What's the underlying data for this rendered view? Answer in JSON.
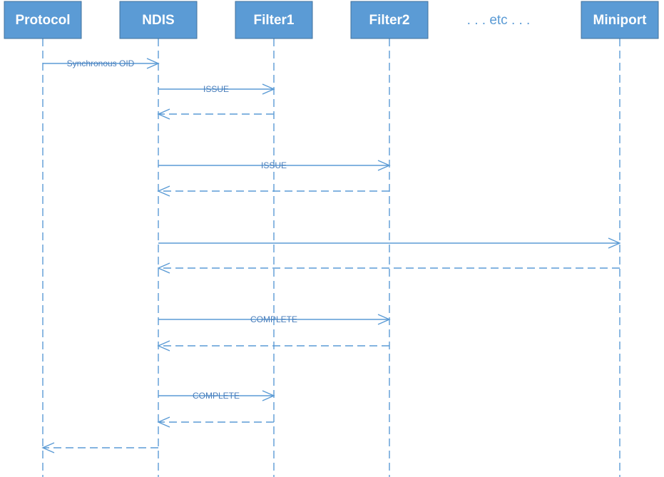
{
  "participants": [
    {
      "id": "protocol",
      "label": "Protocol"
    },
    {
      "id": "ndis",
      "label": "NDIS"
    },
    {
      "id": "filter1",
      "label": "Filter1"
    },
    {
      "id": "filter2",
      "label": "Filter2"
    },
    {
      "id": "etc",
      "label": ". . . etc . . ."
    },
    {
      "id": "miniport",
      "label": "Miniport"
    }
  ],
  "messages": [
    {
      "from": "protocol",
      "to": "ndis",
      "label": "Synchronous OID",
      "style": "solid"
    },
    {
      "from": "ndis",
      "to": "filter1",
      "label": "ISSUE",
      "style": "solid"
    },
    {
      "from": "filter1",
      "to": "ndis",
      "label": "",
      "style": "dashed"
    },
    {
      "from": "ndis",
      "to": "filter2",
      "label": "ISSUE",
      "style": "solid"
    },
    {
      "from": "filter2",
      "to": "ndis",
      "label": "",
      "style": "dashed"
    },
    {
      "from": "ndis",
      "to": "miniport",
      "label": "",
      "style": "solid"
    },
    {
      "from": "miniport",
      "to": "ndis",
      "label": "",
      "style": "dashed"
    },
    {
      "from": "ndis",
      "to": "filter2",
      "label": "COMPLETE",
      "style": "solid"
    },
    {
      "from": "filter2",
      "to": "ndis",
      "label": "",
      "style": "dashed"
    },
    {
      "from": "ndis",
      "to": "filter1",
      "label": "COMPLETE",
      "style": "solid"
    },
    {
      "from": "filter1",
      "to": "ndis",
      "label": "",
      "style": "dashed"
    },
    {
      "from": "ndis",
      "to": "protocol",
      "label": "",
      "style": "dashed"
    }
  ],
  "colors": {
    "accent": "#5b9bd5",
    "header_text": "#ffffff"
  }
}
